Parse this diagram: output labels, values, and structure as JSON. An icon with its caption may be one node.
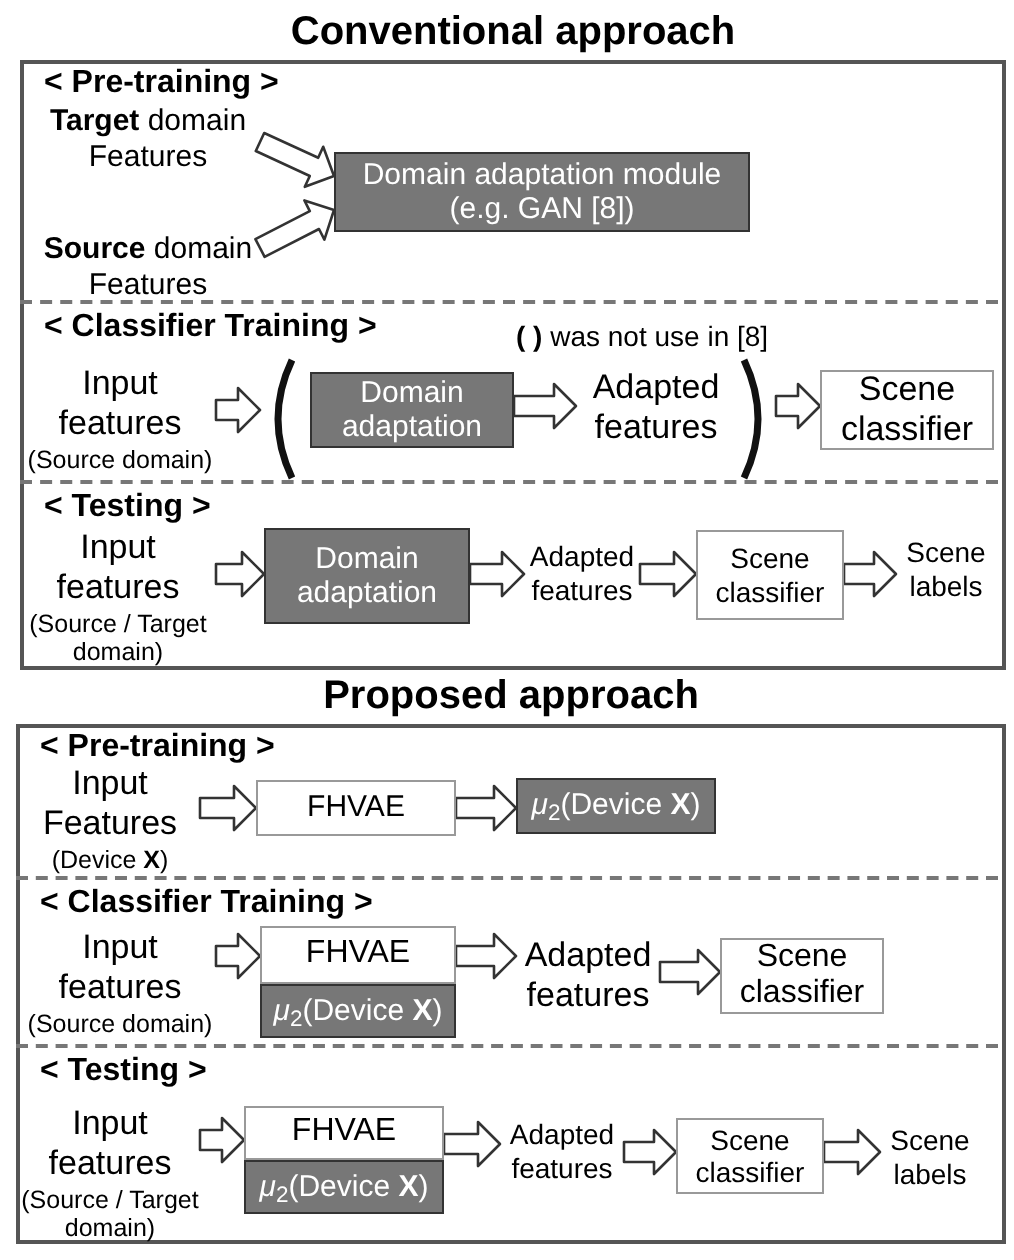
{
  "diagram": {
    "nodes": [
      {
        "text": [
          "Conventional approach"
        ]
      },
      {
        "text": [
          "< Pre-training >"
        ],
        "in": 0
      },
      {
        "text": [
          "**Target** domain Features"
        ],
        "in": 1
      },
      {
        "text": [
          "**Source** domain Features"
        ],
        "in": 1
      },
      {
        "text": [
          "Domain adaptation module (e.g. GAN [8])"
        ],
        "in": 1
      },
      {
        "text": [
          "< Classifier Training >"
        ],
        "in": 0
      },
      {
        "text": [
          "Input features",
          "(Source domain)"
        ],
        "in": 5
      },
      {
        "text": [],
        "shape": "parentheses",
        "in": 5
      },
      {
        "text": [
          "Domain adaptation"
        ],
        "in": 7
      },
      {
        "text": [
          "Adapted features"
        ],
        "in": 7
      },
      {
        "text": [
          "Scene classifier"
        ],
        "in": 5
      },
      {
        "text": [
          "< Testing >"
        ],
        "in": 0
      },
      {
        "text": [
          "Input features",
          "(Source / Target domain)"
        ],
        "in": 11
      },
      {
        "text": [
          "Domain adaptation"
        ],
        "in": 11
      },
      {
        "text": [
          "Adapted features"
        ],
        "in": 11
      },
      {
        "text": [
          "Scene classifier"
        ],
        "in": 11
      },
      {
        "text": [
          "Scene labels"
        ],
        "in": 11
      },
      {
        "text": [
          "Proposed approach"
        ]
      },
      {
        "text": [
          "< Pre-training >"
        ],
        "in": 17
      },
      {
        "text": [
          "Input Features",
          "(Device **X**)"
        ],
        "in": 18
      },
      {
        "text": [
          "FHVAE"
        ],
        "in": 18
      },
      {
        "text": [
          "*μ*$_{2}$(Device **X**)"
        ],
        "in": 18
      },
      {
        "text": [
          "< Classifier Training >"
        ],
        "in": 17
      },
      {
        "text": [
          "Input features",
          "(Source domain)"
        ],
        "in": 22
      },
      {
        "text": [
          "FHVAE"
        ],
        "in": 22
      },
      {
        "text": [
          "*μ*$_{2}$(Device **X**)"
        ],
        "in": 22
      },
      {
        "text": [
          "Adapted features"
        ],
        "in": 22
      },
      {
        "text": [
          "Scene classifier"
        ],
        "in": 22
      },
      {
        "text": [
          "< Testing >"
        ],
        "in": 17
      },
      {
        "text": [
          "Input features",
          "(Source / Target domain)"
        ],
        "in": 28
      },
      {
        "text": [
          "FHVAE"
        ],
        "in": 28
      },
      {
        "text": [
          "*μ*$_{2}$(Device **X**)"
        ],
        "in": 28
      },
      {
        "text": [
          "Adapted features"
        ],
        "in": 28
      },
      {
        "text": [
          "Scene classifier"
        ],
        "in": 28
      },
      {
        "text": [
          "Scene labels"
        ],
        "in": 28
      }
    ],
    "edges": [
      {
        "from": 2,
        "to": 4,
        "arrow": "to"
      },
      {
        "from": 3,
        "to": 4,
        "arrow": "to"
      },
      {
        "from": 6,
        "to": 7,
        "arrow": "to"
      },
      {
        "from": 8,
        "to": 9,
        "arrow": "to"
      },
      {
        "from": 7,
        "to": 10,
        "arrow": "to"
      },
      {
        "from": 12,
        "to": 13,
        "arrow": "to"
      },
      {
        "from": 13,
        "to": 14,
        "arrow": "to"
      },
      {
        "from": 14,
        "to": 15,
        "arrow": "to"
      },
      {
        "from": 15,
        "to": 16,
        "arrow": "to"
      },
      {
        "from": 19,
        "to": 20,
        "arrow": "to"
      },
      {
        "from": 20,
        "to": 21,
        "arrow": "to"
      },
      {
        "from": 23,
        "to": 24,
        "arrow": "to"
      },
      {
        "from": 24,
        "to": 26,
        "arrow": "to"
      },
      {
        "from": 26,
        "to": 27,
        "arrow": "to"
      },
      {
        "from": 29,
        "to": 30,
        "arrow": "to"
      },
      {
        "from": 30,
        "to": 32,
        "arrow": "to"
      },
      {
        "from": 32,
        "to": 33,
        "arrow": "to"
      },
      {
        "from": 33,
        "to": 34,
        "arrow": "to"
      }
    ],
    "labels": [
      "**( )** was not use in [8]"
    ]
  }
}
